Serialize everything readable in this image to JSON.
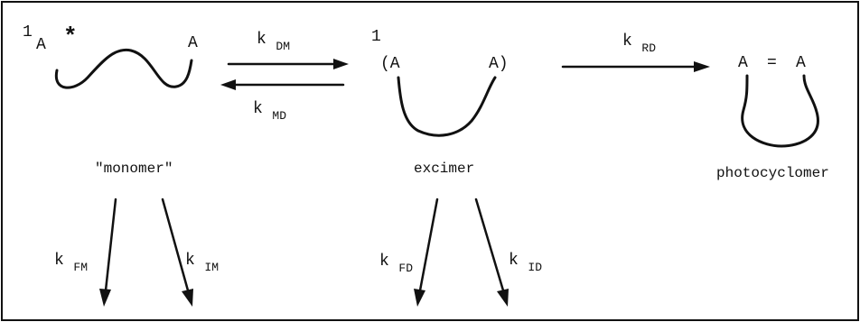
{
  "species": {
    "monomer": {
      "superscript": "1",
      "left_atom": "A",
      "star": "*",
      "right_atom": "A",
      "label": "\"monomer\""
    },
    "excimer": {
      "superscript": "1",
      "open_paren": "(A",
      "close_paren": "A)",
      "label": "excimer"
    },
    "photocyclomer": {
      "left_atom": "A",
      "bond": "=",
      "right_atom": "A",
      "label": "photocyclomer"
    }
  },
  "rate_constants": {
    "k_DM": {
      "k": "k",
      "sub": "DM"
    },
    "k_MD": {
      "k": "k",
      "sub": "MD"
    },
    "k_RD": {
      "k": "k",
      "sub": "RD"
    },
    "k_FM": {
      "k": "k",
      "sub": "FM"
    },
    "k_IM": {
      "k": "k",
      "sub": "IM"
    },
    "k_FD": {
      "k": "k",
      "sub": "FD"
    },
    "k_ID": {
      "k": "k",
      "sub": "ID"
    }
  }
}
